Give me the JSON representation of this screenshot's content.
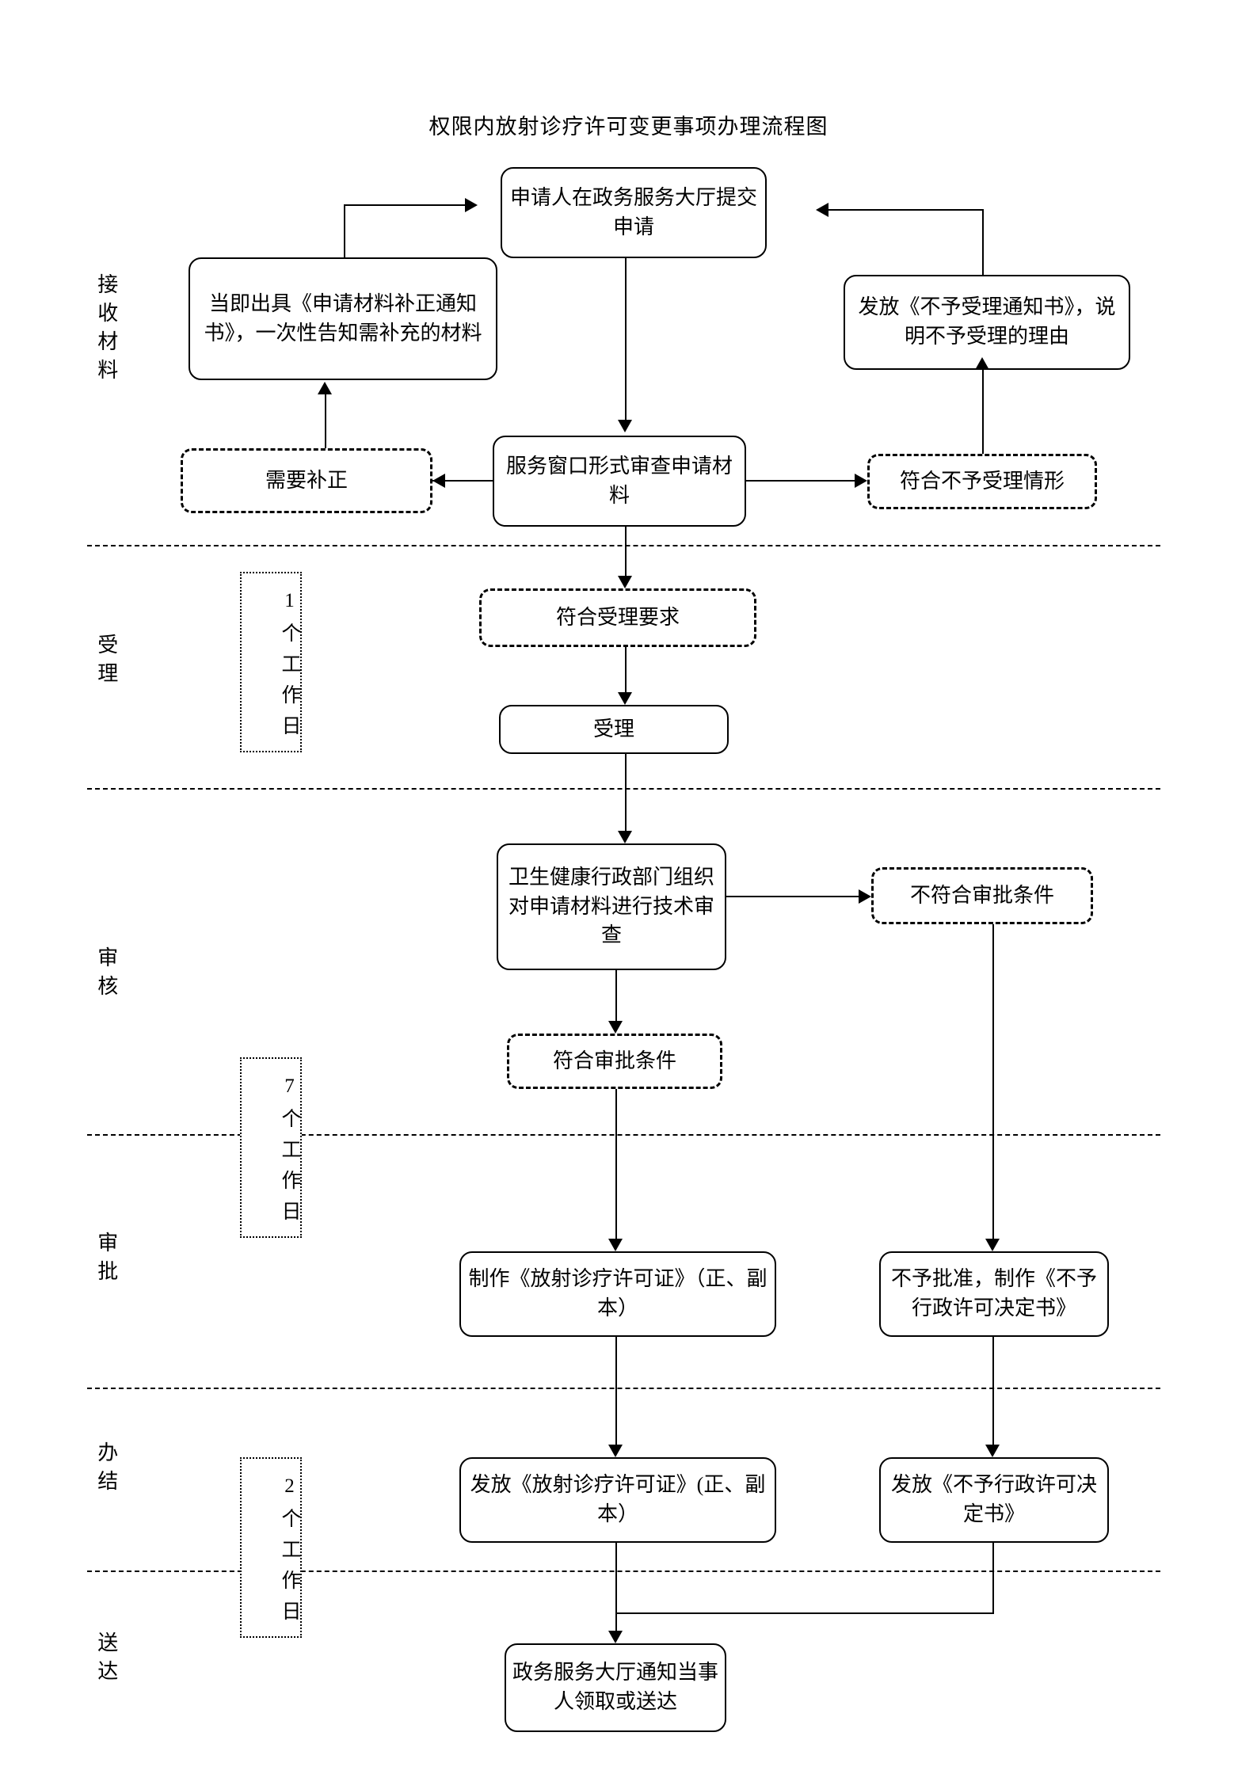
{
  "title": "权限内放射诊疗许可变更事项办理流程图",
  "stages": [
    {
      "id": "receive",
      "label": "接收材料"
    },
    {
      "id": "accept",
      "label": "受理"
    },
    {
      "id": "review",
      "label": "审核"
    },
    {
      "id": "approve",
      "label": "审批"
    },
    {
      "id": "complete",
      "label": "办结"
    },
    {
      "id": "deliver",
      "label": "送达"
    }
  ],
  "durations": [
    {
      "id": "dur-accept",
      "text": "1个工作日"
    },
    {
      "id": "dur-review",
      "text": "7个工作日"
    },
    {
      "id": "dur-deliver",
      "text": "2个工作日"
    }
  ],
  "nodes": {
    "submit": "申请人在政务服务大厅提交申请",
    "correction_notice": "当即出具《申请材料补正通知书》，一次性告知需补充的材料",
    "reject_notice": "发放《不予受理通知书》，说明不予受理的理由",
    "need_correction": "需要补正",
    "window_review": "服务窗口形式审查申请材料",
    "not_accept_case": "符合不予受理情形",
    "meets_accept": "符合受理要求",
    "accepted": "受理",
    "tech_review": "卫生健康行政部门组织对申请材料进行技术审查",
    "not_meet_approval": "不符合审批条件",
    "meets_approval": "符合审批条件",
    "make_license": "制作《放射诊疗许可证》（正、副本）",
    "make_refusal": "不予批准，制作《不予行政许可决定书》",
    "issue_license": "发放《放射诊疗许可证》(正、副本）",
    "issue_refusal": "发放《不予行政许可决定书》",
    "notify_party": "政务服务大厅通知当事人领取或送达"
  },
  "colors": {
    "line": "#000000",
    "background": "#ffffff",
    "text": "#000000"
  }
}
